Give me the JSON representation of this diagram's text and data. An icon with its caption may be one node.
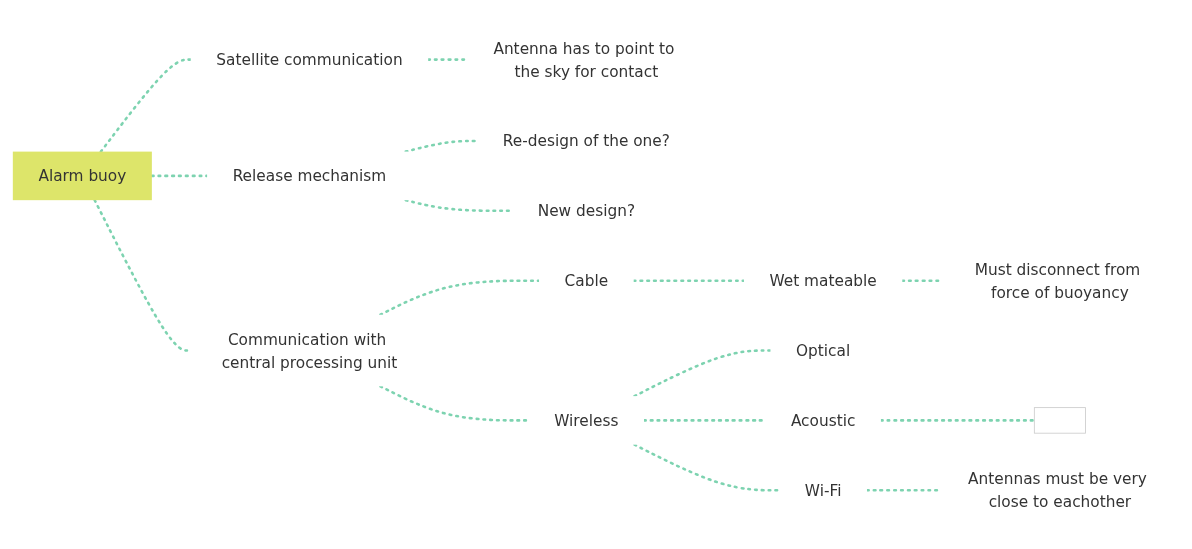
{
  "diagram": {
    "nodes": [
      {
        "text": [
          "Alarm buoy"
        ]
      },
      {
        "text": [
          "Satellite communication"
        ]
      },
      {
        "text": [
          "Antenna has to point to the sky for contact"
        ]
      },
      {
        "text": [
          "Release mechanism"
        ]
      },
      {
        "text": [
          "Re-design of the one?"
        ]
      },
      {
        "text": [
          "New design?"
        ]
      },
      {
        "text": [
          "Communication with central processing unit"
        ]
      },
      {
        "text": [
          "Cable"
        ]
      },
      {
        "text": [
          "Wet mateable"
        ]
      },
      {
        "text": [
          "Must disconnect from force of buoyancy"
        ]
      },
      {
        "text": [
          "Wireless"
        ]
      },
      {
        "text": [
          "Optical"
        ]
      },
      {
        "text": [
          "Acoustic"
        ]
      },
      {
        "text": [],
        "shape": "box"
      },
      {
        "text": [
          "Wi-Fi"
        ]
      },
      {
        "text": [
          "Antennas must be very close to eachother"
        ]
      }
    ],
    "edges": [
      {
        "from": 0,
        "to": 1,
        "arrow": "none",
        "style": "dashed"
      },
      {
        "from": 1,
        "to": 2,
        "arrow": "none",
        "style": "dashed"
      },
      {
        "from": 0,
        "to": 3,
        "arrow": "none",
        "style": "dashed"
      },
      {
        "from": 3,
        "to": 4,
        "arrow": "none",
        "style": "dashed"
      },
      {
        "from": 3,
        "to": 5,
        "arrow": "none",
        "style": "dashed"
      },
      {
        "from": 0,
        "to": 6,
        "arrow": "none",
        "style": "dashed"
      },
      {
        "from": 6,
        "to": 7,
        "arrow": "none",
        "style": "dashed"
      },
      {
        "from": 6,
        "to": 10,
        "arrow": "none",
        "style": "dashed"
      },
      {
        "from": 7,
        "to": 8,
        "arrow": "none",
        "style": "dashed"
      },
      {
        "from": 8,
        "to": 9,
        "arrow": "none",
        "style": "dashed"
      },
      {
        "from": 10,
        "to": 11,
        "arrow": "none",
        "style": "dashed"
      },
      {
        "from": 10,
        "to": 12,
        "arrow": "none",
        "style": "dashed"
      },
      {
        "from": 10,
        "to": 14,
        "arrow": "none",
        "style": "dashed"
      },
      {
        "from": 12,
        "to": 13,
        "arrow": "none",
        "style": "dashed"
      },
      {
        "from": 14,
        "to": 15,
        "arrow": "none",
        "style": "dashed"
      }
    ]
  }
}
